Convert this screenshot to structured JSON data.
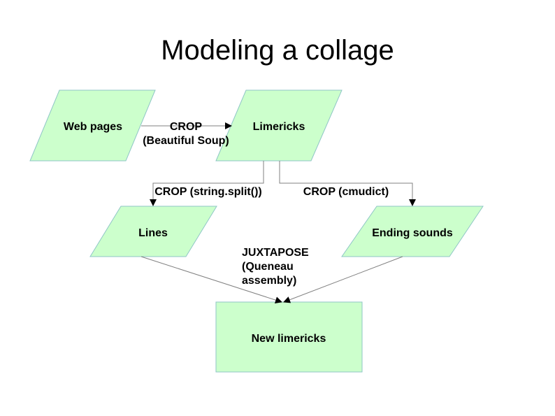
{
  "title": "Modeling a collage",
  "colors": {
    "node_fill": "#ccffcc",
    "node_stroke": "#8fc6c6",
    "connector": "#808080",
    "arrowhead": "#000000",
    "text": "#000000"
  },
  "nodes": {
    "web_pages": {
      "label": "Web pages",
      "shape": "parallelogram"
    },
    "limericks": {
      "label": "Limericks",
      "shape": "parallelogram"
    },
    "lines": {
      "label": "Lines",
      "shape": "parallelogram"
    },
    "ending_sounds": {
      "label": "Ending sounds",
      "shape": "parallelogram"
    },
    "new_limericks": {
      "label": "New limericks",
      "shape": "rectangle"
    }
  },
  "edges": {
    "web_to_limericks": {
      "from": "Web pages",
      "to": "Limericks",
      "label_line1": "CROP",
      "label_line2": "(Beautiful Soup)"
    },
    "limericks_to_lines": {
      "from": "Limericks",
      "to": "Lines",
      "label": "CROP (string.split())"
    },
    "limericks_to_ending": {
      "from": "Limericks",
      "to": "Ending sounds",
      "label": "CROP (cmudict)"
    },
    "juxtapose": {
      "from": [
        "Lines",
        "Ending sounds"
      ],
      "to": "New limericks",
      "label_line1": "JUXTAPOSE",
      "label_line2": "(Queneau",
      "label_line3": "assembly)"
    }
  }
}
